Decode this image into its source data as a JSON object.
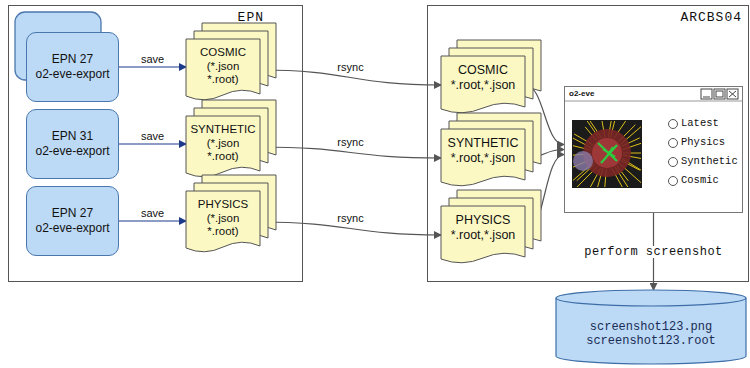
{
  "diagram": {
    "nodes": [
      {
        "text": [
          "EPN"
        ]
      },
      {
        "text": [
          "EPN 27",
          "o2-eve-export"
        ],
        "in": 0
      },
      {
        "text": [
          "COSMIC",
          "(*.json *.root)"
        ],
        "in": 0
      },
      {
        "text": [
          "EPN 31",
          "o2-eve-export"
        ],
        "in": 0
      },
      {
        "text": [
          "SYNTHETIC",
          "(*.json *.root)"
        ],
        "in": 0
      },
      {
        "text": [
          "EPN 27",
          "o2-eve-export"
        ],
        "in": 0
      },
      {
        "text": [
          "PHYSICS",
          "(*.json *.root)"
        ],
        "in": 0
      },
      {
        "text": [
          "ARCBS04"
        ]
      },
      {
        "text": [
          "COSMIC",
          "*.root,*.json"
        ],
        "in": 7
      },
      {
        "text": [
          "SYNTHETIC",
          "*.root,*.json"
        ],
        "in": 7
      },
      {
        "text": [
          "PHYSICS",
          "*.root,*.json"
        ],
        "in": 7
      },
      {
        "text": [
          "o2-eve",
          "Latest",
          "Physics",
          "Synthetic",
          "Cosmic"
        ],
        "in": 7
      },
      {
        "text": [
          "screenshot123.png",
          "screenshot123.root"
        ]
      }
    ],
    "edges": [
      {
        "from": 1,
        "to": 2,
        "label": "save",
        "arrow": "to"
      },
      {
        "from": 3,
        "to": 4,
        "label": "save",
        "arrow": "to"
      },
      {
        "from": 5,
        "to": 6,
        "label": "save",
        "arrow": "to"
      },
      {
        "from": 2,
        "to": 8,
        "label": "rsync",
        "arrow": "to"
      },
      {
        "from": 4,
        "to": 9,
        "label": "rsync",
        "arrow": "to"
      },
      {
        "from": 6,
        "to": 10,
        "label": "rsync",
        "arrow": "to"
      },
      {
        "from": 8,
        "to": 11,
        "arrow": "to"
      },
      {
        "from": 9,
        "to": 11,
        "arrow": "to"
      },
      {
        "from": 10,
        "to": 11,
        "arrow": "to"
      },
      {
        "from": 11,
        "to": 12,
        "label": "perform screenshot",
        "arrow": "to"
      }
    ]
  }
}
